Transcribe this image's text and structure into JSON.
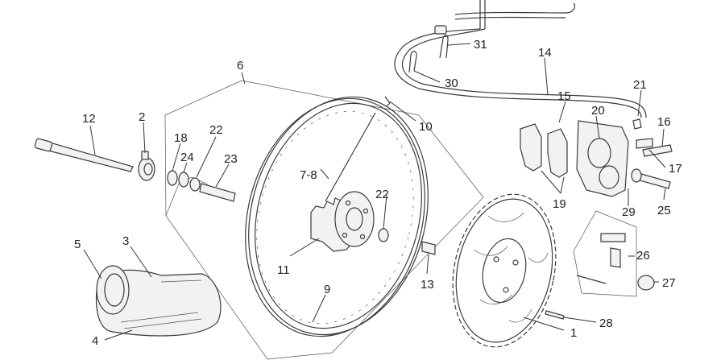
{
  "diagram": {
    "callouts": [
      {
        "id": "c1",
        "text": "1"
      },
      {
        "id": "c2",
        "text": "2"
      },
      {
        "id": "c3",
        "text": "3"
      },
      {
        "id": "c4",
        "text": "4"
      },
      {
        "id": "c5",
        "text": "5"
      },
      {
        "id": "c6",
        "text": "6"
      },
      {
        "id": "c78",
        "text": "7-8"
      },
      {
        "id": "c9",
        "text": "9"
      },
      {
        "id": "c10",
        "text": "10"
      },
      {
        "id": "c11",
        "text": "11"
      },
      {
        "id": "c12",
        "text": "12"
      },
      {
        "id": "c13",
        "text": "13"
      },
      {
        "id": "c14",
        "text": "14"
      },
      {
        "id": "c15",
        "text": "15"
      },
      {
        "id": "c16",
        "text": "16"
      },
      {
        "id": "c17",
        "text": "17"
      },
      {
        "id": "c18",
        "text": "18"
      },
      {
        "id": "c19",
        "text": "19"
      },
      {
        "id": "c20",
        "text": "20"
      },
      {
        "id": "c21",
        "text": "21"
      },
      {
        "id": "c22a",
        "text": "22"
      },
      {
        "id": "c22b",
        "text": "22"
      },
      {
        "id": "c23",
        "text": "23"
      },
      {
        "id": "c24",
        "text": "24"
      },
      {
        "id": "c25",
        "text": "25"
      },
      {
        "id": "c26",
        "text": "26"
      },
      {
        "id": "c27",
        "text": "27"
      },
      {
        "id": "c28",
        "text": "28"
      },
      {
        "id": "c29",
        "text": "29"
      },
      {
        "id": "c30",
        "text": "30"
      },
      {
        "id": "c31",
        "text": "31"
      }
    ]
  }
}
